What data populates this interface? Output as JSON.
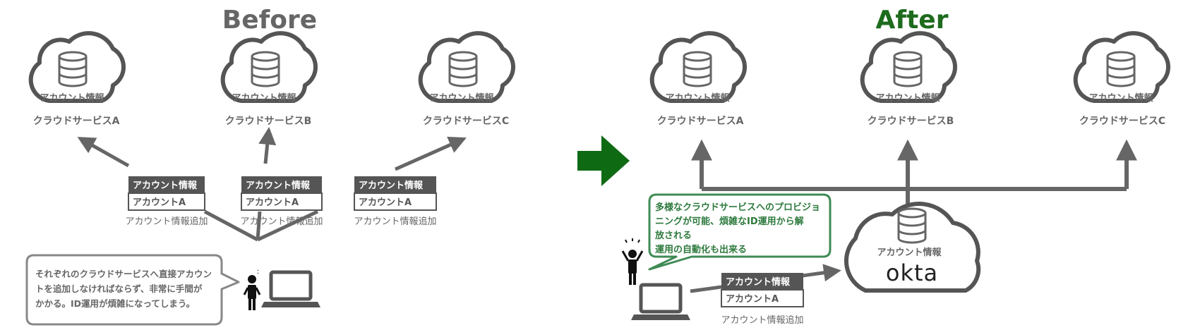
{
  "before": {
    "title": "Before",
    "clouds": [
      {
        "label": "アカウント情報",
        "caption": "クラウドサービスA"
      },
      {
        "label": "アカウント情報",
        "caption": "クラウドサービスB"
      },
      {
        "label": "アカウント情報",
        "caption": "クラウドサービスC"
      }
    ],
    "cards": [
      {
        "header": "アカウント情報",
        "value": "アカウントA",
        "caption": "アカウント情報追加"
      },
      {
        "header": "アカウント情報",
        "value": "アカウントA",
        "caption": "アカウント情報追加"
      },
      {
        "header": "アカウント情報",
        "value": "アカウントA",
        "caption": "アカウント情報追加"
      }
    ],
    "note": [
      "それぞれのクラウドサービスへ直接アカウン",
      "トを追加しなければならず、非常に手間が",
      "かかる。ID運用が煩雑になってしまう。"
    ]
  },
  "after": {
    "title": "After",
    "clouds": [
      {
        "label": "アカウント情報",
        "caption": "クラウドサービスA"
      },
      {
        "label": "アカウント情報",
        "caption": "クラウドサービスB"
      },
      {
        "label": "アカウント情報",
        "caption": "クラウドサービスC"
      }
    ],
    "okta": {
      "label": "アカウント情報",
      "logo": "okta"
    },
    "card": {
      "header": "アカウント情報",
      "value": "アカウントA",
      "caption": "アカウント情報追加"
    },
    "note": [
      "多様なクラウドサービスへのプロビジョ",
      "ニングが可能、煩雑なID運用から解",
      "放される",
      "運用の自動化も出来る"
    ]
  },
  "colors": {
    "gray": "#666666",
    "dark": "#555555",
    "green_title": "#1e6b1e",
    "green_arrow": "#0f6a14",
    "green_box": "#3f8b55",
    "green_text": "#2e7a3e"
  }
}
